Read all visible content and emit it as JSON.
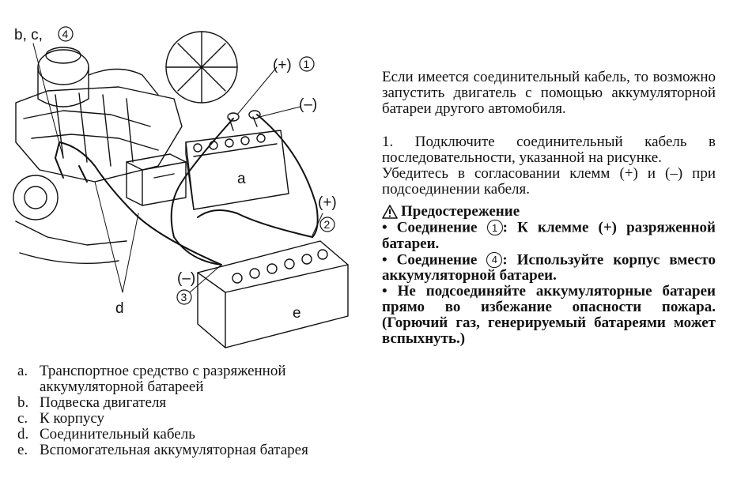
{
  "figure": {
    "callouts": {
      "bc4": "b, c,",
      "bc4_num": "4",
      "plus1": "(+)",
      "plus1_num": "1",
      "minus_top": "(–)",
      "a": "a",
      "plus2": "(+)",
      "plus2_num": "2",
      "minus3": "(–)",
      "minus3_num": "3",
      "d": "d",
      "e": "e"
    }
  },
  "legend": [
    {
      "letter": "a.",
      "text": "Транспортное средство с разряженной аккумуляторной батареей"
    },
    {
      "letter": "b.",
      "text": "Подвеска двигателя"
    },
    {
      "letter": "c.",
      "text": "К корпусу"
    },
    {
      "letter": "d.",
      "text": "Соединительный кабель"
    },
    {
      "letter": "e.",
      "text": "Вспомогательная аккумуляторная батарея"
    }
  ],
  "right": {
    "intro": "Если имеется соединительный кабель, то возможно запустить двигатель с помощью аккумуляторной батареи другого автомобиля.",
    "step1": "1. Подключите соединительный кабель в последовательности, указанной на рисунке.",
    "step1b": "Убедитесь в согласовании клемм (+) и (–) при подсоединении кабеля.",
    "warning_title": "Предостережение",
    "w1_pre": "• Соединение ",
    "w1_num": "1",
    "w1_post": ": К клемме (+) разряженной батареи.",
    "w2_pre": "• Соединение ",
    "w2_num": "4",
    "w2_post": ": Используйте корпус вместо аккумуляторной батареи.",
    "w3": "• Не подсоединяйте аккумуляторные батареи прямо во избежание опасности пожара. (Горючий газ, генерируемый батареями может вспыхнуть.)"
  }
}
